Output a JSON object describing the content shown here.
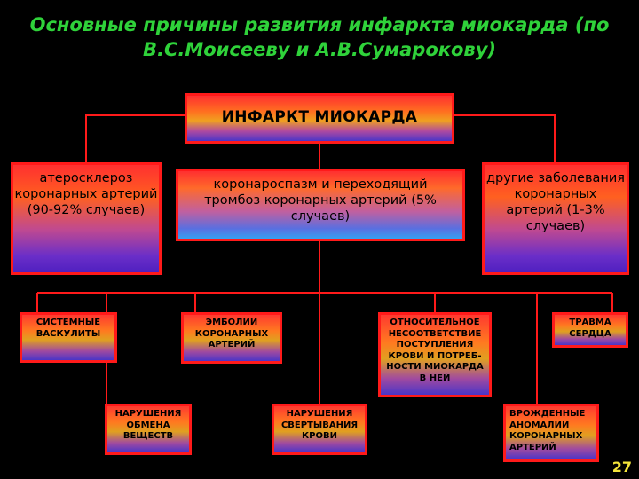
{
  "title": "Основные причины развития инфаркта миокарда (по В.С.Моисееву и А.В.Сумарокову)",
  "nodes": {
    "main": "ИНФАРКТ МИОКАРДА",
    "atherosclerosis": "атеросклероз коронарных артерий (90-92% случаев)",
    "spasm": "коронароспазм и переходящий тромбоз коронарных артерий (5% случаев)",
    "other": "другие заболевания коронарных артерий (1-3% случаев)",
    "vasculitis": "СИСТЕМНЫЕ ВАСКУЛИТЫ",
    "metabolism": "НАРУШЕНИЯ ОБМЕНА ВЕЩЕСТВ",
    "embolism": "ЭМБОЛИИ КОРОНАРНЫХ АРТЕРИЙ",
    "coagulation": "НАРУШЕНИЯ СВЕРТЫВАНИЯ КРОВИ",
    "mismatch": "ОТНОСИТЕЛЬНОЕ НЕСООТВЕТСТВИЕ ПОСТУПЛЕНИЯ КРОВИ И ПОТРЕБ-НОСТИ МИОКАРДА В НЕЙ",
    "trauma": "ТРАВМА СЕРДЦА",
    "congenital": "ВРОЖДЕННЫЕ АНОМАЛИИ КОРОНАРНЫХ АРТЕРИЙ"
  },
  "page_number": "27",
  "colors": {
    "background": "#000000",
    "title": "#2fd23a",
    "border": "#ff1a1a",
    "connector": "#ff1a1a",
    "page_number": "#f2e33a"
  }
}
